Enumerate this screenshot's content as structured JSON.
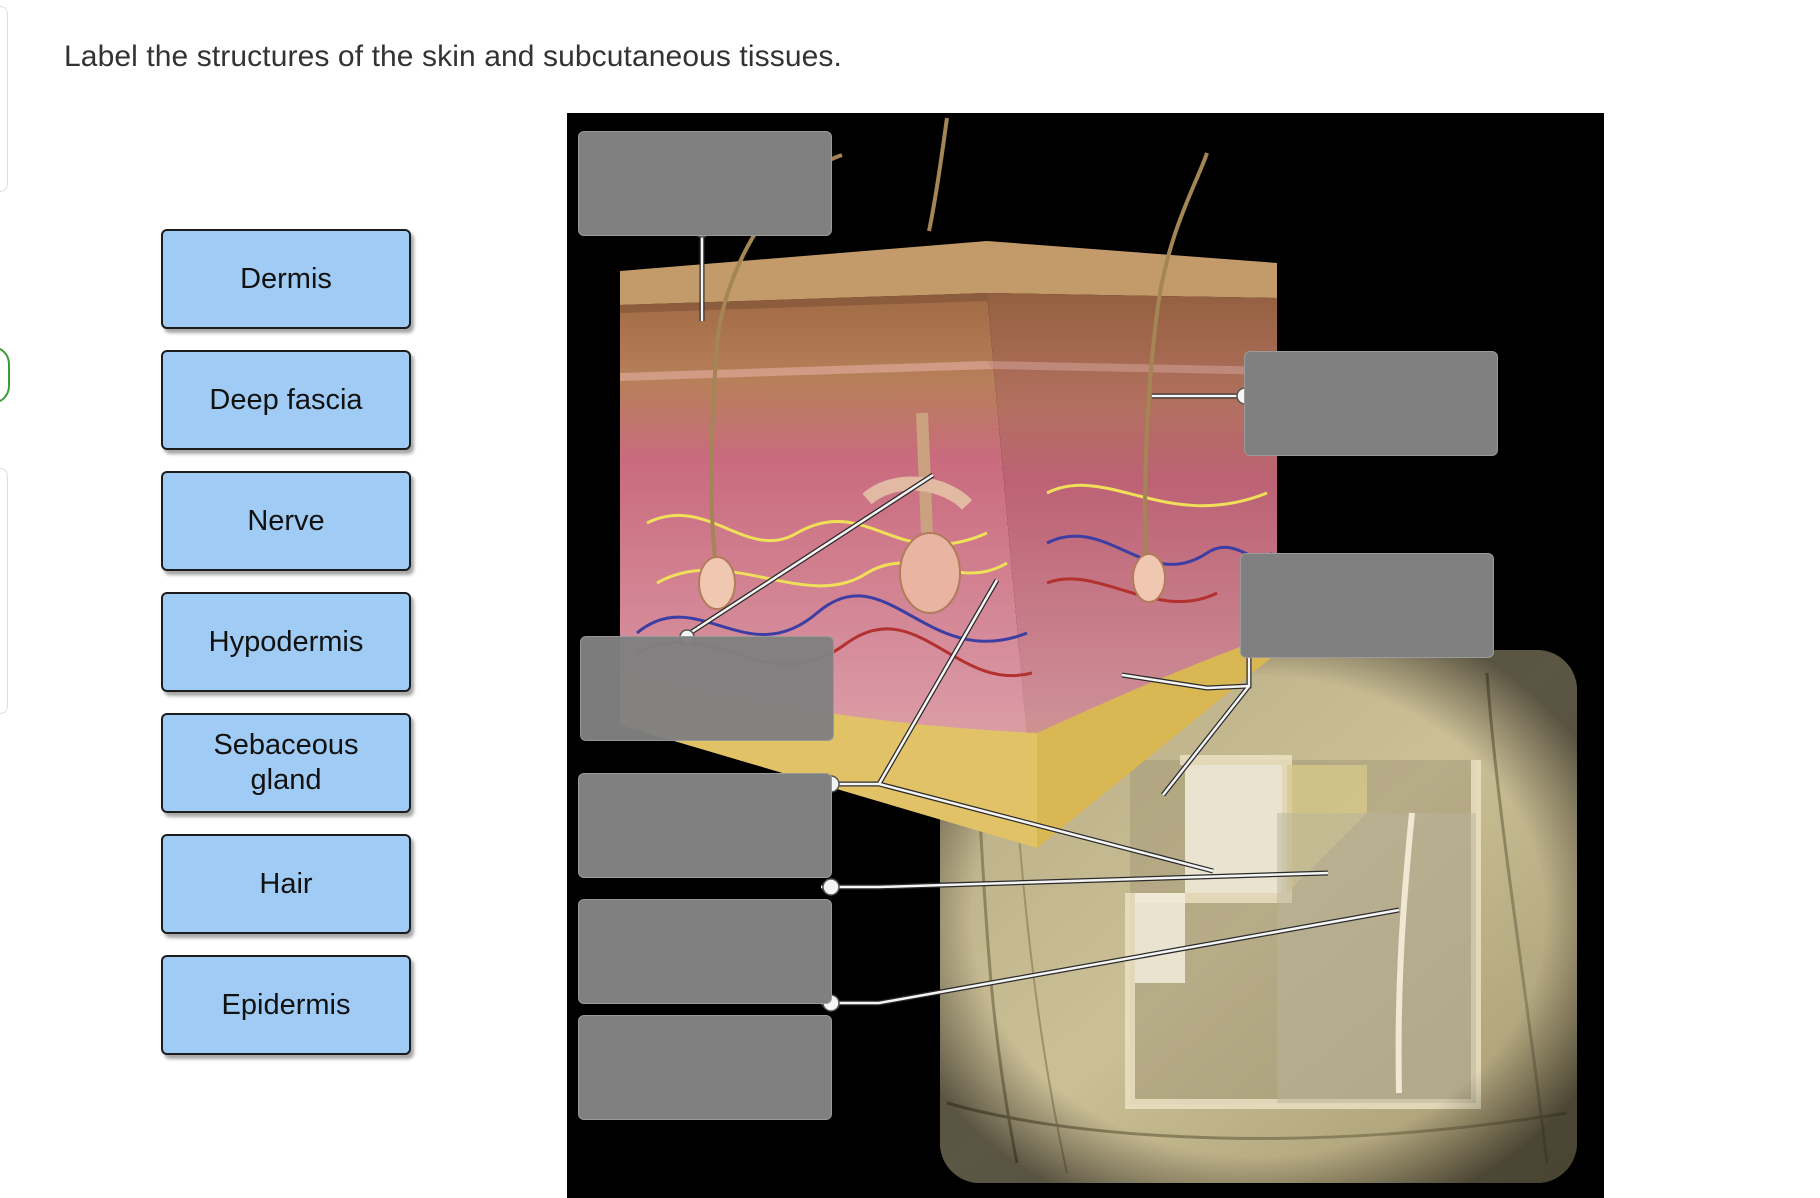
{
  "prompt": "Label the structures of the skin and subcutaneous tissues.",
  "word_bank": [
    "Dermis",
    "Deep fascia",
    "Nerve",
    "Hypodermis",
    "Sebaceous gland",
    "Hair",
    "Epidermis"
  ],
  "drop_zones": 7,
  "colors": {
    "chip_fill": "#9fcbf4",
    "drop_zone_fill": "#808080",
    "figure_background": "#000000",
    "status_ring": "#3f9a3a"
  }
}
